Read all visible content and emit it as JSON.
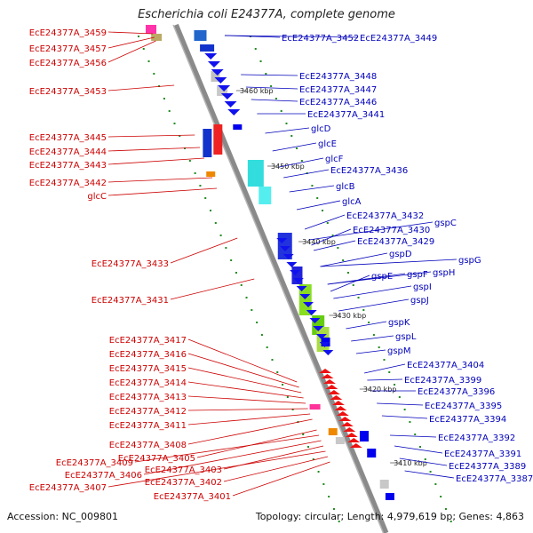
{
  "header": {
    "title": "Escherichia coli E24377A, complete genome"
  },
  "footer": {
    "accession": "Accession: NC_009801",
    "topology": "Topology: circular; Length: 4,979,619 bp; Genes: 4,863"
  },
  "colors": {
    "left_strand_label": "#cc0000",
    "right_strand_label": "#0000bb",
    "backbone": "#888888",
    "gene_right": "#0000ee",
    "gene_left": "#ee0000",
    "tick": "#228b22"
  },
  "scale_marks": [
    "3460 kbp",
    "3450 kbp",
    "3440 kbp",
    "3430 kbp",
    "3420 kbp",
    "3410 kbp"
  ],
  "left_labels": [
    "EcE24377A_3459",
    "EcE24377A_3457",
    "EcE24377A_3456",
    "EcE24377A_3453",
    "EcE24377A_3445",
    "EcE24377A_3444",
    "EcE24377A_3443",
    "EcE24377A_3442",
    "glcC",
    "EcE24377A_3433",
    "EcE24377A_3431",
    "EcE24377A_3417",
    "EcE24377A_3416",
    "EcE24377A_3415",
    "EcE24377A_3414",
    "EcE24377A_3413",
    "EcE24377A_3412",
    "EcE24377A_3411",
    "EcE24377A_3408",
    "EcE24377A_3405",
    "EcE24377A_3409",
    "EcE24377A_3406",
    "EcE24377A_3403",
    "EcE24377A_3407",
    "EcE24377A_3402",
    "EcE24377A_3401"
  ],
  "right_labels": [
    "EcE24377A_3452",
    "EcE24377A_3449",
    "EcE24377A_3448",
    "EcE24377A_3447",
    "EcE24377A_3446",
    "EcE24377A_3441",
    "glcD",
    "glcE",
    "glcF",
    "EcE24377A_3436",
    "glcB",
    "glcA",
    "EcE24377A_3432",
    "gspC",
    "EcE24377A_3430",
    "EcE24377A_3429",
    "gspD",
    "gspG",
    "gspF",
    "gspH",
    "gspE",
    "gspI",
    "gspJ",
    "gspK",
    "gspL",
    "gspM",
    "EcE24377A_3404",
    "EcE24377A_3399",
    "EcE24377A_3396",
    "EcE24377A_3395",
    "EcE24377A_3394",
    "EcE24377A_3392",
    "EcE24377A_3391",
    "EcE24377A_3389",
    "EcE24377A_3387"
  ]
}
